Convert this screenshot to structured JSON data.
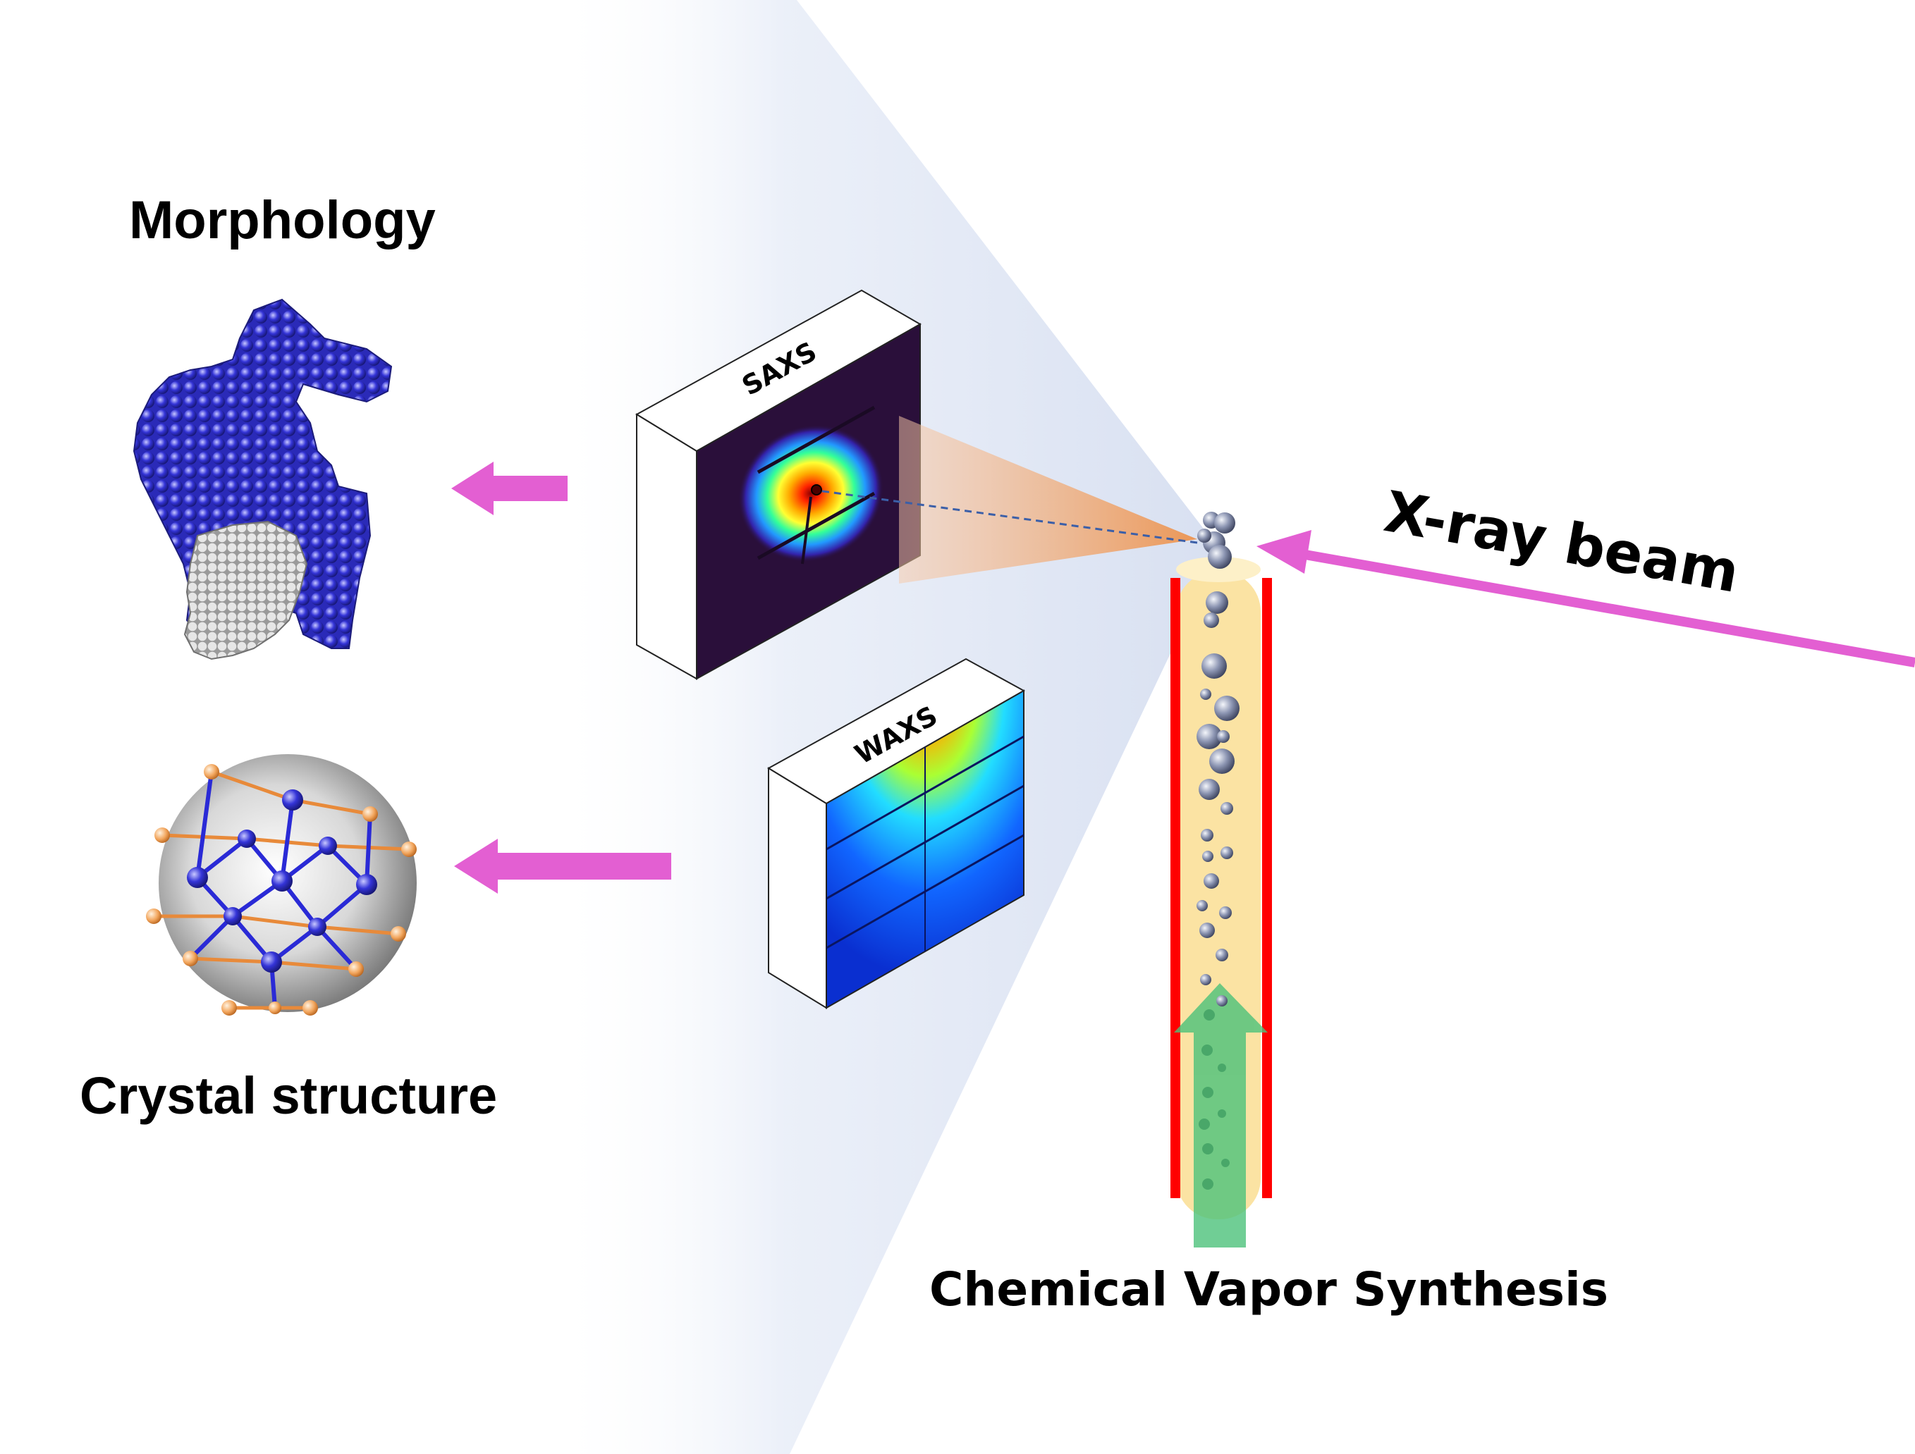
{
  "labels": {
    "morphology": "Morphology",
    "crystal_structure": "Crystal structure",
    "saxs": "SAXS",
    "waxs": "WAXS",
    "xray_beam": "X-ray beam",
    "cvs": "Chemical Vapor Synthesis"
  },
  "colors": {
    "arrow": "#e35fd2",
    "beam": "#e35fd2",
    "reactor_wall": "#ff0000",
    "reactor_core": "#fbe3a3",
    "gas_arrow": "#4cc27a",
    "morphology_blue": "#3a3ad6",
    "morphology_gray": "#c8c8c8",
    "detector_bg": "#2a0f3a"
  }
}
